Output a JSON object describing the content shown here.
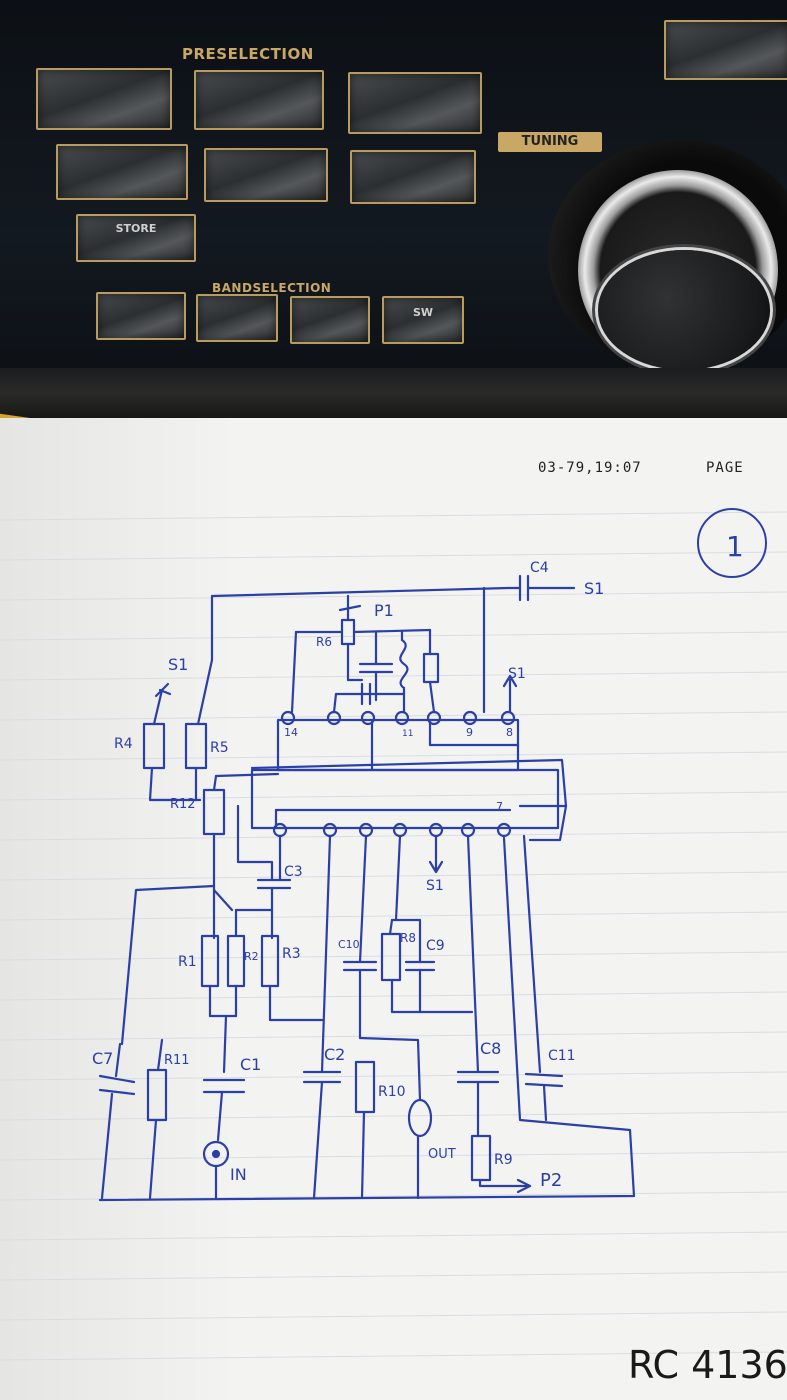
{
  "panel": {
    "preselection_label": "PRESELECTION",
    "tuning_label": "TUNING",
    "store_label": "STORE",
    "bandselection_label": "BANDSELECTION",
    "sw_label": "SW"
  },
  "paper": {
    "header_stamp": "03-79,19:07",
    "header_page": "PAGE",
    "page_number": "1",
    "footer_note": "RC 4136"
  },
  "schematic_labels": {
    "c4": "C4",
    "s1_top": "S1",
    "p1": "P1",
    "r6": "R6",
    "s1_right": "S1",
    "s1_left": "S1",
    "r4": "R4",
    "r5": "R5",
    "pin14": "14",
    "pin11": "11",
    "pin9": "9",
    "pin8": "8",
    "pin7": "7",
    "r12": "R12",
    "c3": "C3",
    "s1_bottom": "S1",
    "c10": "C10",
    "r8": "R8",
    "c9": "C9",
    "r1": "R1",
    "r2": "R2",
    "r3": "R3",
    "c7": "C7",
    "r11": "R11",
    "c1": "C1",
    "c2": "C2",
    "r10": "R10",
    "c8": "C8",
    "c11": "C11",
    "in": "IN",
    "out": "OUT",
    "r9": "R9",
    "p2": "P2"
  }
}
